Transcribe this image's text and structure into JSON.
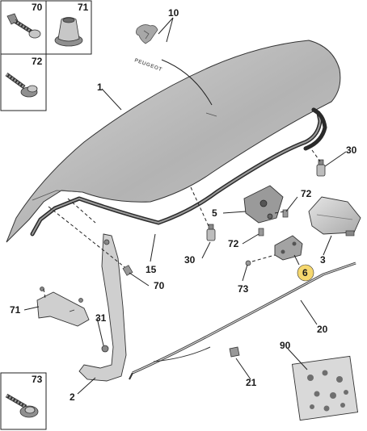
{
  "brand_text": "PEUGEOT",
  "callouts": {
    "c10": "10",
    "c1": "1",
    "c30a": "30",
    "c72a": "72",
    "c5": "5",
    "c72b": "72",
    "c30b": "30",
    "c15": "15",
    "c70": "70",
    "c73": "73",
    "c6": "6",
    "c3": "3",
    "c71": "71",
    "c31": "31",
    "c20": "20",
    "c90": "90",
    "c21": "21",
    "c2": "2"
  },
  "inset_labels": {
    "i70": "70",
    "i71": "71",
    "i72": "72",
    "i73": "73"
  },
  "colors": {
    "highlight": "#f5d76e",
    "panel_fill": "#b9b9b9",
    "panel_stroke": "#333333"
  }
}
